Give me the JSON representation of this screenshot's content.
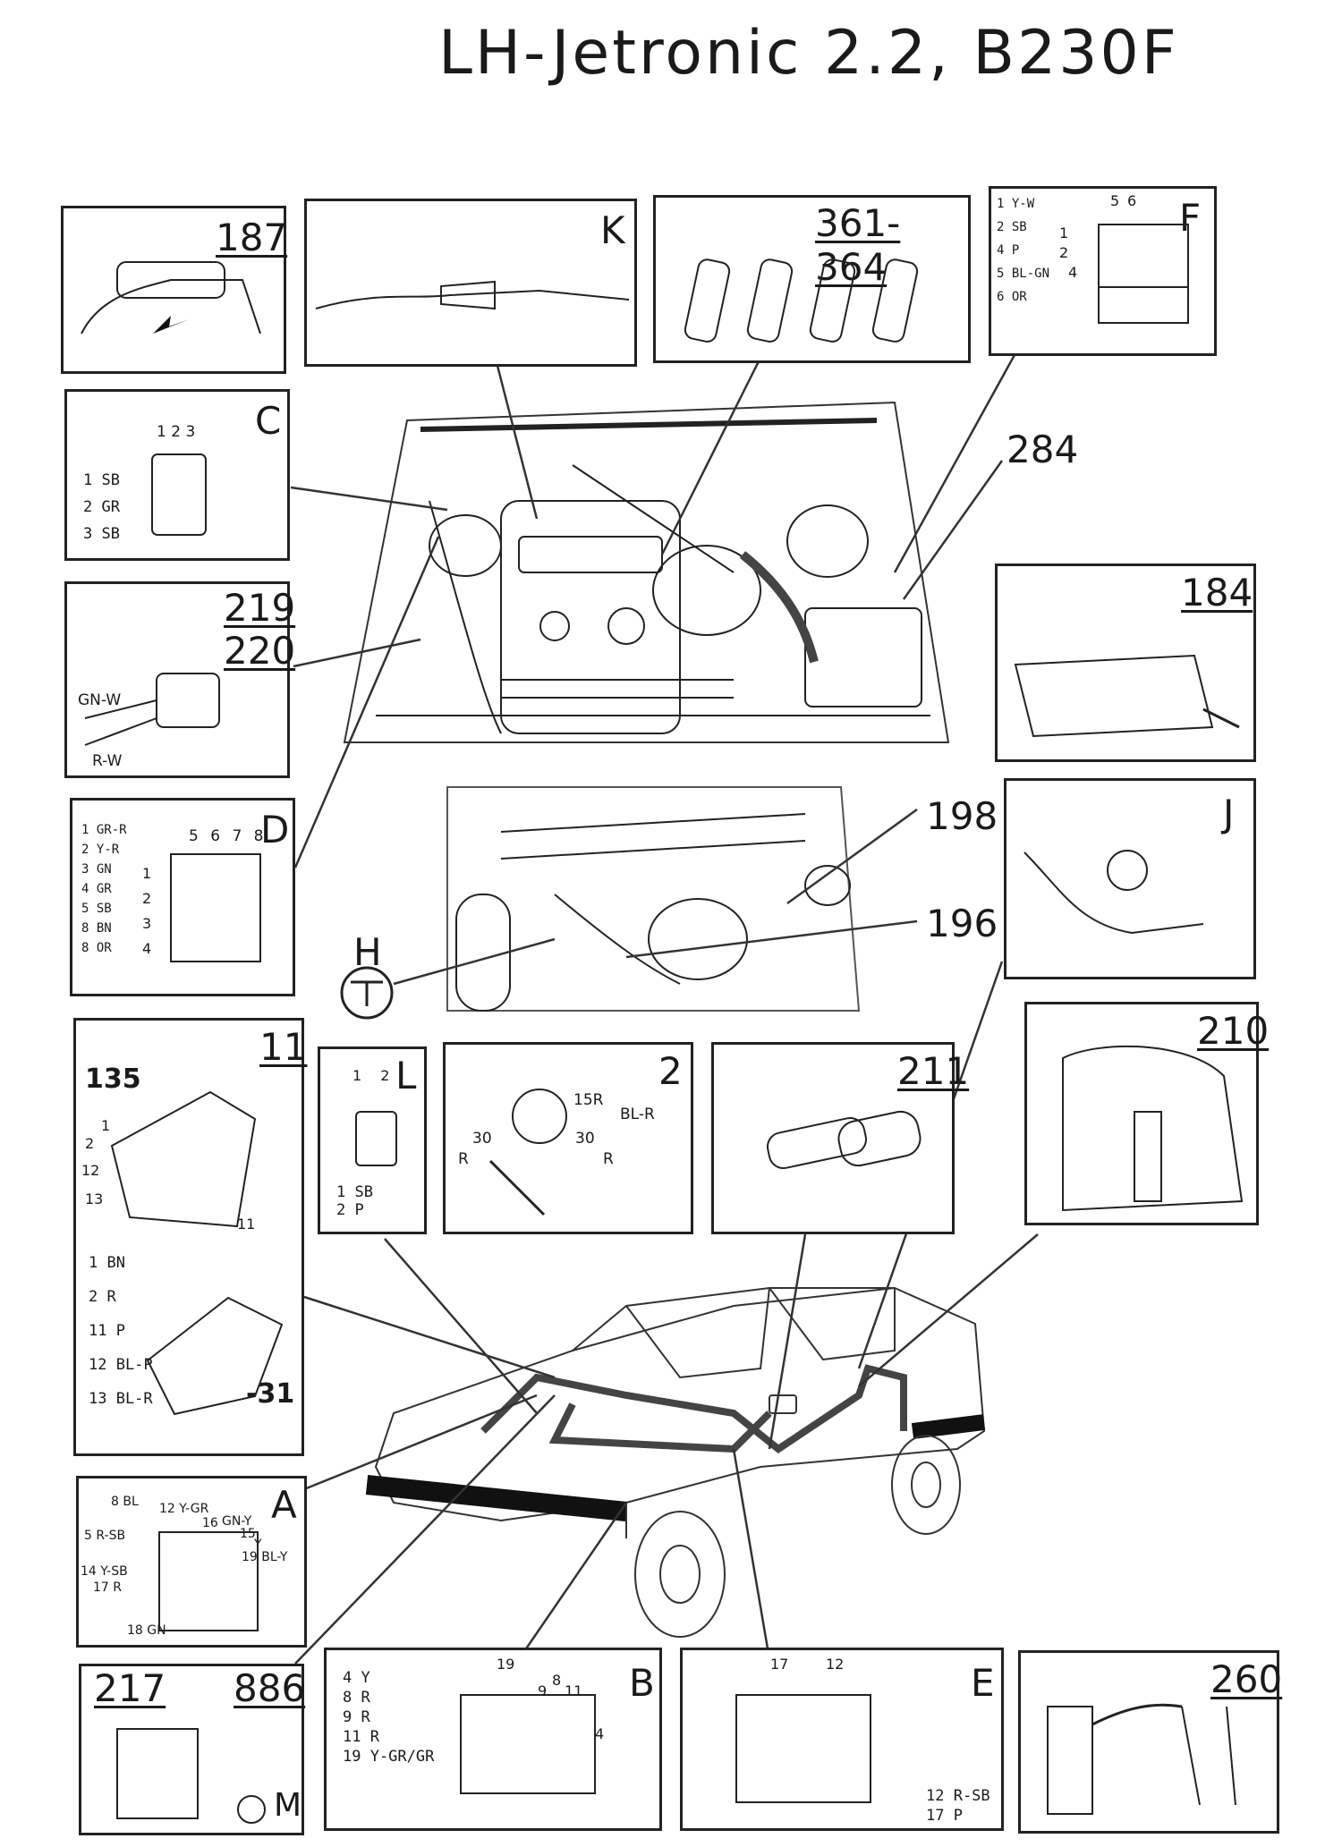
{
  "title": "LH-Jetronic 2.2, B230F",
  "boxes": {
    "b187": {
      "id": "187"
    },
    "bK": {
      "id": "K"
    },
    "b361": {
      "id": "361-364"
    },
    "bF": {
      "id": "F",
      "wires": "1 Y-W\n2 SB\n4 P\n5 BL-GN\n6 OR",
      "pins": [
        "5",
        "6",
        "1",
        "2",
        "4"
      ]
    },
    "bC": {
      "id": "C",
      "wires": "1 SB\n2 GR\n3 SB",
      "pins": "1 2 3"
    },
    "b219": {
      "id": "219",
      "id2": "220",
      "w1": "GN-W",
      "w2": "R-W"
    },
    "bD": {
      "id": "D",
      "wires": "1 GR-R\n2 Y-R\n3 GN\n4 GR\n5 SB\n8 BN\n8 OR",
      "pins": "5 6 7 8",
      "pins2": [
        "1",
        "2",
        "3",
        "4"
      ]
    },
    "b184": {
      "id": "184"
    },
    "bJ": {
      "id": "J"
    },
    "b210": {
      "id": "210"
    },
    "b11": {
      "id": "11",
      "sub": "135",
      "wires": "1 BN\n\n2 R\n\n11 P\n\n12 BL-P\n\n13 BL-R",
      "pins": [
        "1",
        "2",
        "12",
        "13",
        "11"
      ],
      "ground": "-31"
    },
    "bL": {
      "id": "L",
      "wires": "1 SB\n2 P",
      "pins": "1 2"
    },
    "b2": {
      "id": "2",
      "labels": [
        "15R",
        "BL-R",
        "30",
        "30",
        "R",
        "R"
      ]
    },
    "b211": {
      "id": "211"
    },
    "bA": {
      "id": "A",
      "labels": [
        "8 BL",
        "12 Y-GR",
        "16",
        "GN-Y",
        "15",
        "Y",
        "5 R-SB",
        "19 BL-Y",
        "14 Y-SB",
        "17 R",
        "18 GN"
      ]
    },
    "b217": {
      "id": "217",
      "id2": "886",
      "id3": "M"
    },
    "bB": {
      "id": "B",
      "wires": "4 Y\n8 R\n9 R\n11 R\n19 Y-GR/GR",
      "pins": [
        "19",
        "9",
        "8",
        "11",
        "4"
      ]
    },
    "bE": {
      "id": "E",
      "wires": "12 R-SB\n17 P",
      "pins": [
        "17",
        "12"
      ]
    },
    "b260": {
      "id": "260"
    }
  },
  "callouts": {
    "c284": "284",
    "c198": "198",
    "c196": "196",
    "cH": "H"
  }
}
